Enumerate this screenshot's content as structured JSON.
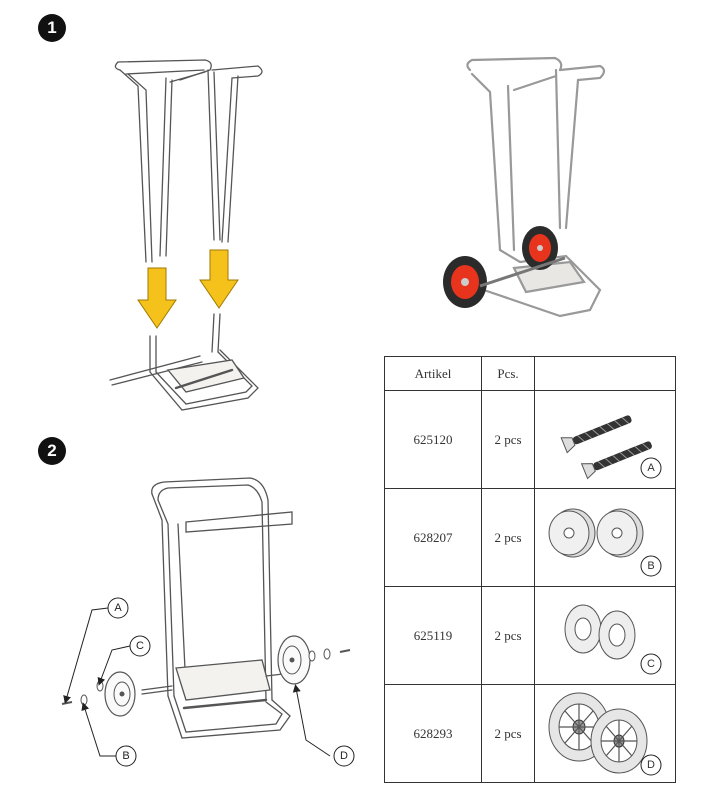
{
  "steps": {
    "one": "1",
    "two": "2"
  },
  "table": {
    "headers": [
      "Artikel",
      "Pcs.",
      ""
    ],
    "rows": [
      {
        "artikel": "625120",
        "pcs": "2 pcs",
        "part_letter": "A",
        "part_icon": "screw-icon"
      },
      {
        "artikel": "628207",
        "pcs": "2 pcs",
        "part_letter": "B",
        "part_icon": "spacer-icon"
      },
      {
        "artikel": "625119",
        "pcs": "2 pcs",
        "part_letter": "C",
        "part_icon": "washer-icon"
      },
      {
        "artikel": "628293",
        "pcs": "2 pcs",
        "part_letter": "D",
        "part_icon": "wheel-icon"
      }
    ]
  },
  "callouts": {
    "a": "A",
    "b": "B",
    "c": "C",
    "d": "D"
  },
  "colors": {
    "arrow_fill": "#f5c21b",
    "arrow_stroke": "#a07a00",
    "wheel_red": "#e8341c",
    "tyre": "#2b2b2b",
    "frame": "#aaaaaa"
  }
}
